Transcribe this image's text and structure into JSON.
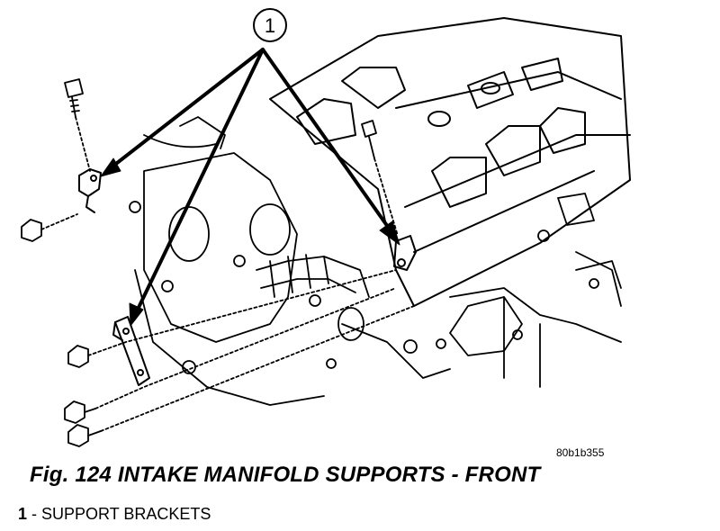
{
  "callout": {
    "number": "1"
  },
  "figure": {
    "id_code": "80b1b355",
    "caption": "Fig. 124 INTAKE MANIFOLD SUPPORTS - FRONT"
  },
  "legend": [
    {
      "number": "1",
      "separator": " - ",
      "label": "SUPPORT BRACKETS"
    }
  ],
  "colors": {
    "ink": "#000000",
    "paper": "#ffffff"
  }
}
